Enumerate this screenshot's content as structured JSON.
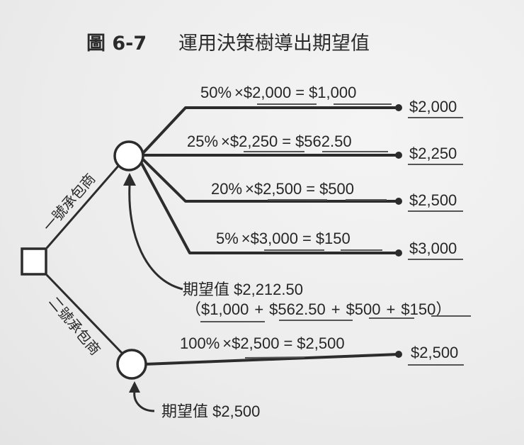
{
  "figure": {
    "number": "圖 6-7",
    "title": "運用決策樹導出期望值"
  },
  "decision_node": {
    "shape": "square"
  },
  "alternatives": [
    {
      "label": "一號承包商",
      "expected_value_label": "期望值 $2,212.50",
      "expected_value_breakdown": {
        "open": "（",
        "terms": [
          "$1,000",
          "$562.50",
          "$500",
          "$150"
        ],
        "plus": "+",
        "close": "）"
      },
      "branches": [
        {
          "pct": "50%",
          "times": "×",
          "amount": "$2,000",
          "eq": "=",
          "result": "$1,000",
          "outcome": "$2,000"
        },
        {
          "pct": "25%",
          "times": "×",
          "amount": "$2,250",
          "eq": "=",
          "result": "$562.50",
          "outcome": "$2,250"
        },
        {
          "pct": "20%",
          "times": "×",
          "amount": "$2,500",
          "eq": "=",
          "result": "$500",
          "outcome": "$2,500"
        },
        {
          "pct": "5%",
          "times": "×",
          "amount": "$3,000",
          "eq": "=",
          "result": "$150",
          "outcome": "$3,000"
        }
      ]
    },
    {
      "label": "二號承包商",
      "expected_value_label": "期望值 $2,500",
      "branches": [
        {
          "pct": "100%",
          "times": "×",
          "amount": "$2,500",
          "eq": "=",
          "result": "$2,500",
          "outcome": "$2,500"
        }
      ]
    }
  ]
}
